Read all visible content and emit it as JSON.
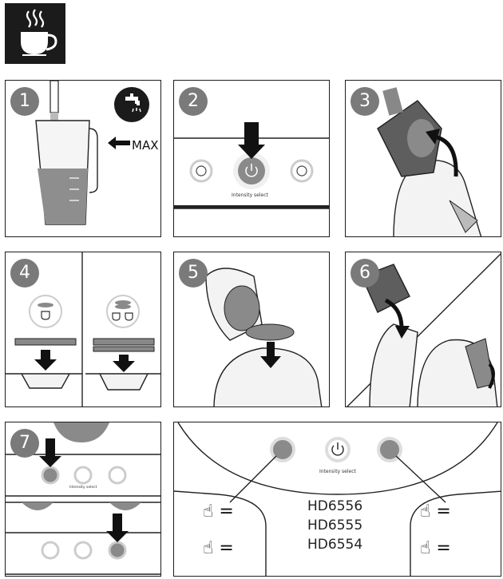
{
  "header": {
    "icon": "coffee-cup-steam-icon"
  },
  "steps": [
    {
      "number": "1",
      "label": "MAX",
      "icon": "water-tap-icon"
    },
    {
      "number": "2",
      "intensity_label": "Intensity select"
    },
    {
      "number": "3"
    },
    {
      "number": "4"
    },
    {
      "number": "5"
    },
    {
      "number": "6"
    },
    {
      "number": "7",
      "intensity_label": "Intensity select"
    }
  ],
  "control_panel": {
    "intensity_label": "Intensity select",
    "models": [
      "HD6556",
      "HD6555",
      "HD6554"
    ]
  },
  "colors": {
    "badge": "#7a7a7a",
    "dark": "#1b1b1b",
    "pod": "#8c8c8c",
    "line": "#1e1e1e"
  }
}
